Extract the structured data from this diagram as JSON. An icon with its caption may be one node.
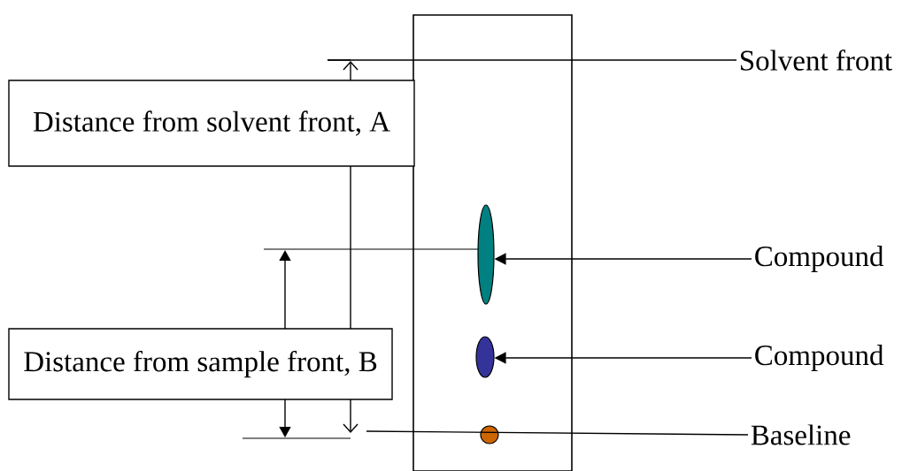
{
  "diagram": {
    "nodes": [
      {
        "text": [],
        "shape": "box"
      },
      {
        "text": [
          "Distance from solvent front, A"
        ]
      },
      {
        "text": [
          "Distance from sample front, B"
        ]
      },
      {
        "text": [
          "Solvent front"
        ]
      },
      {
        "text": [
          "Compound"
        ]
      },
      {
        "text": [
          "Compound"
        ]
      },
      {
        "text": [
          "Baseline"
        ]
      },
      {
        "text": [],
        "shape": "ellipse",
        "in": 0
      },
      {
        "text": [],
        "shape": "ellipse",
        "in": 0
      },
      {
        "text": [],
        "shape": "circle",
        "in": 0
      }
    ],
    "edges": [
      {
        "from": 4,
        "to": 7,
        "arrow": "to"
      },
      {
        "from": 5,
        "to": 8,
        "arrow": "to"
      },
      {
        "from": 6,
        "to": null,
        "arrow": "none"
      },
      {
        "from": 3,
        "to": null,
        "arrow": "none"
      }
    ]
  }
}
